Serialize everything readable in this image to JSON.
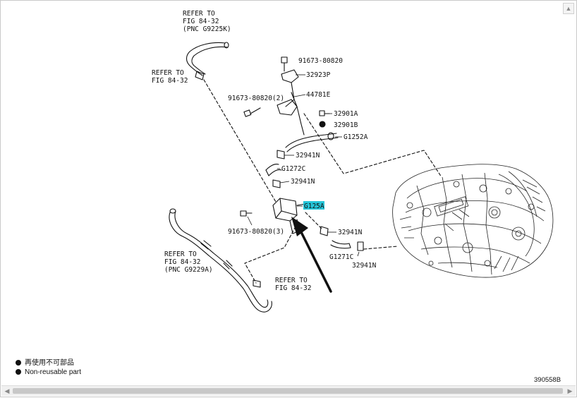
{
  "labels": {
    "refer_top": [
      "REFER TO",
      "FIG 84-32",
      "(PNC G9225K)"
    ],
    "refer_left": [
      "REFER TO",
      "FIG 84-32"
    ],
    "refer_bottom_left": [
      "REFER TO",
      "FIG 84-32",
      "(PNC G9229A)"
    ],
    "refer_bottom": [
      "REFER TO",
      "FIG 84-32"
    ],
    "p_91673_top": "91673-80820",
    "p_32923P": "32923P",
    "p_91673_2": "91673-80820(2)",
    "p_44781E": "44781E",
    "p_32901A": "32901A",
    "p_32901B": "32901B",
    "p_G1252A": "G1252A",
    "p_32941N_1": "32941N",
    "p_G1272C": "G1272C",
    "p_32941N_2": "32941N",
    "p_G125A": "G125A",
    "p_91673_3": "91673-80820(3)",
    "p_32941N_3": "32941N",
    "p_G1271C": "G1271C",
    "p_32941N_4": "32941N"
  },
  "legend": {
    "item1": "再使用不可部品",
    "item2": "Non-reusable part"
  },
  "figure_number": "390558B",
  "icons": {
    "scroll_up": "scroll-up-icon",
    "scroll_left": "scroll-left-icon",
    "scroll_right": "scroll-right-icon"
  },
  "highlight_color": "#26c6da"
}
